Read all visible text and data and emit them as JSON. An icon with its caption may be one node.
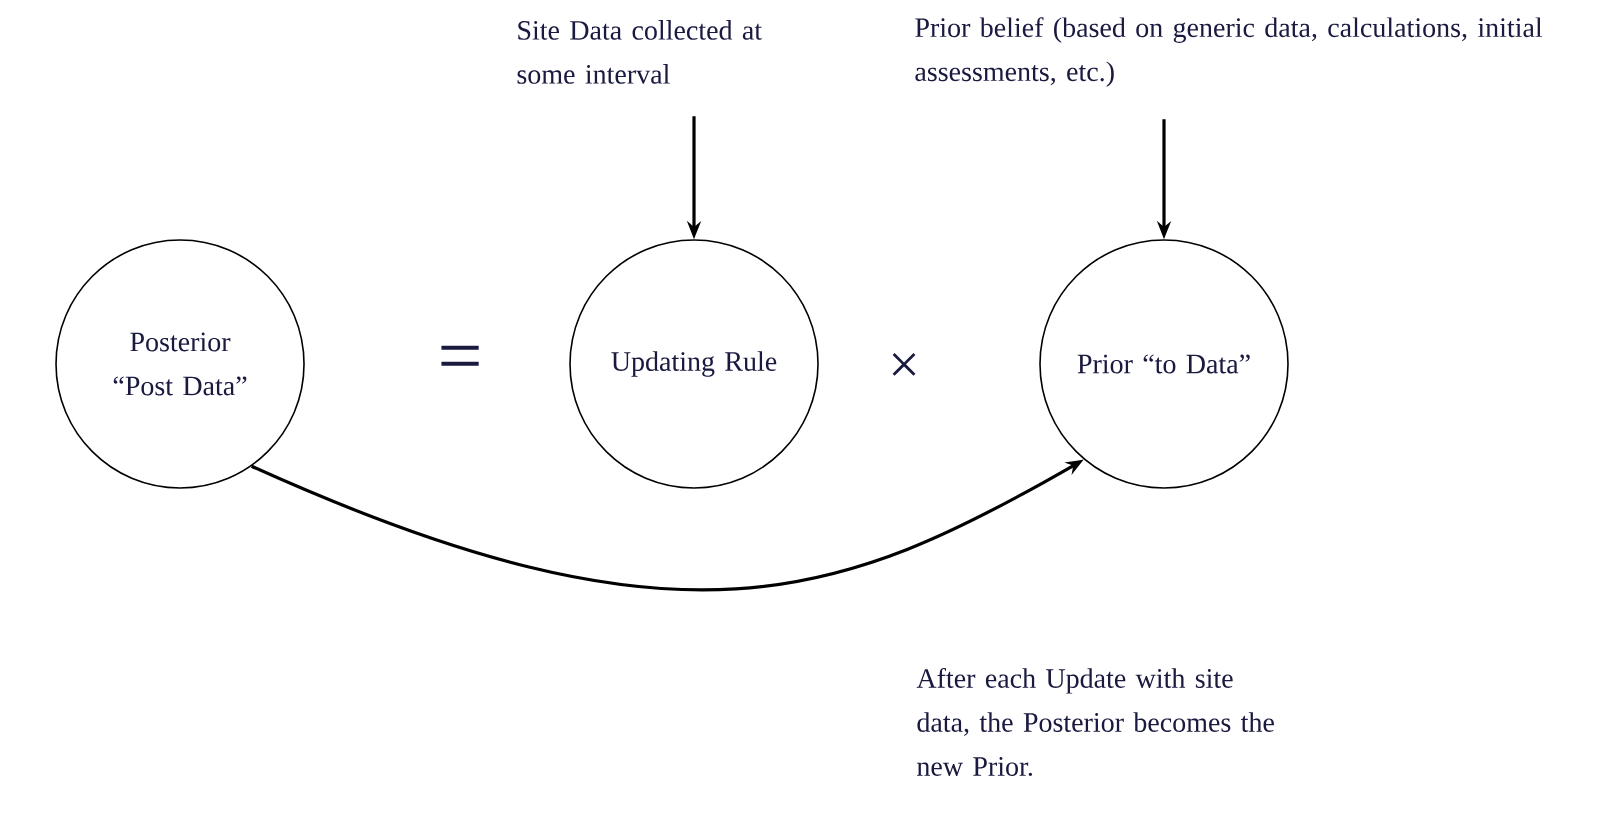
{
  "diagram": {
    "nodes": [
      {
        "text": [
          "Posterior “Post Data”"
        ]
      },
      {
        "text": [
          "Updating Rule"
        ]
      },
      {
        "text": [
          "Prior “to Data”"
        ]
      },
      {
        "text": [
          "Site Data collected at some interval"
        ]
      },
      {
        "text": [
          "Prior belief (based on generic data, calculations, initial assessments, etc.)"
        ]
      }
    ],
    "edges": [
      {
        "from": 3,
        "to": 1,
        "arrow": "to"
      },
      {
        "from": 4,
        "to": 2,
        "arrow": "to"
      },
      {
        "from": 0,
        "to": 2,
        "arrow": "to"
      }
    ],
    "labels": [
      "=",
      "×",
      "After each Update with site data, the Posterior becomes the new Prior."
    ]
  }
}
